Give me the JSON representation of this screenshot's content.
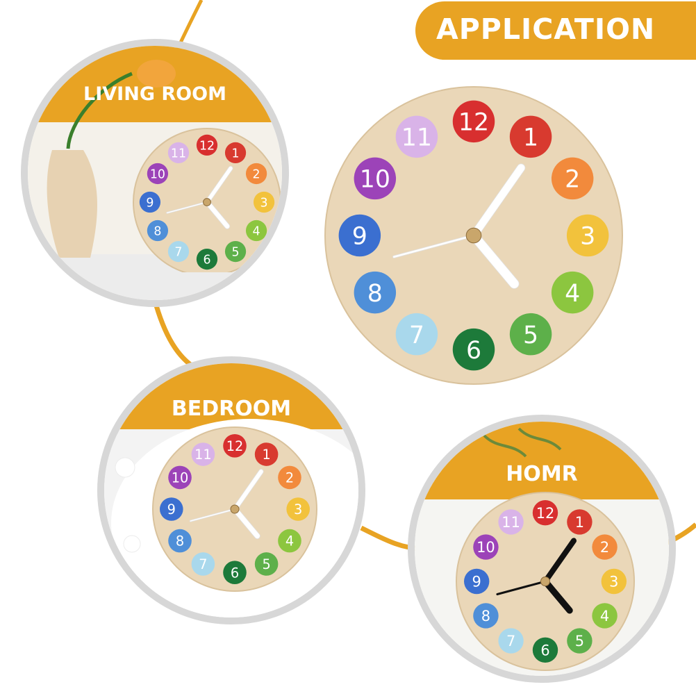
{
  "title": "APPLICATION",
  "scenes": [
    {
      "label": "LIVING ROOM"
    },
    {
      "label": "BEDROOM"
    },
    {
      "label": "HOMR"
    }
  ],
  "clock": {
    "numerals": [
      "12",
      "1",
      "2",
      "3",
      "4",
      "5",
      "6",
      "7",
      "8",
      "9",
      "10",
      "11"
    ],
    "dot_colors": [
      "#d82f2f",
      "#d83a2f",
      "#f28a3c",
      "#f2c23c",
      "#8cc63f",
      "#5db04a",
      "#1d7a3a",
      "#a9d8ec",
      "#4f8fd8",
      "#3b6fd0",
      "#9c43b8",
      "#d9b3e8"
    ]
  },
  "colors": {
    "accent": "#e8a323",
    "wood": "#ead7b8",
    "ring": "#d7d7d7"
  }
}
